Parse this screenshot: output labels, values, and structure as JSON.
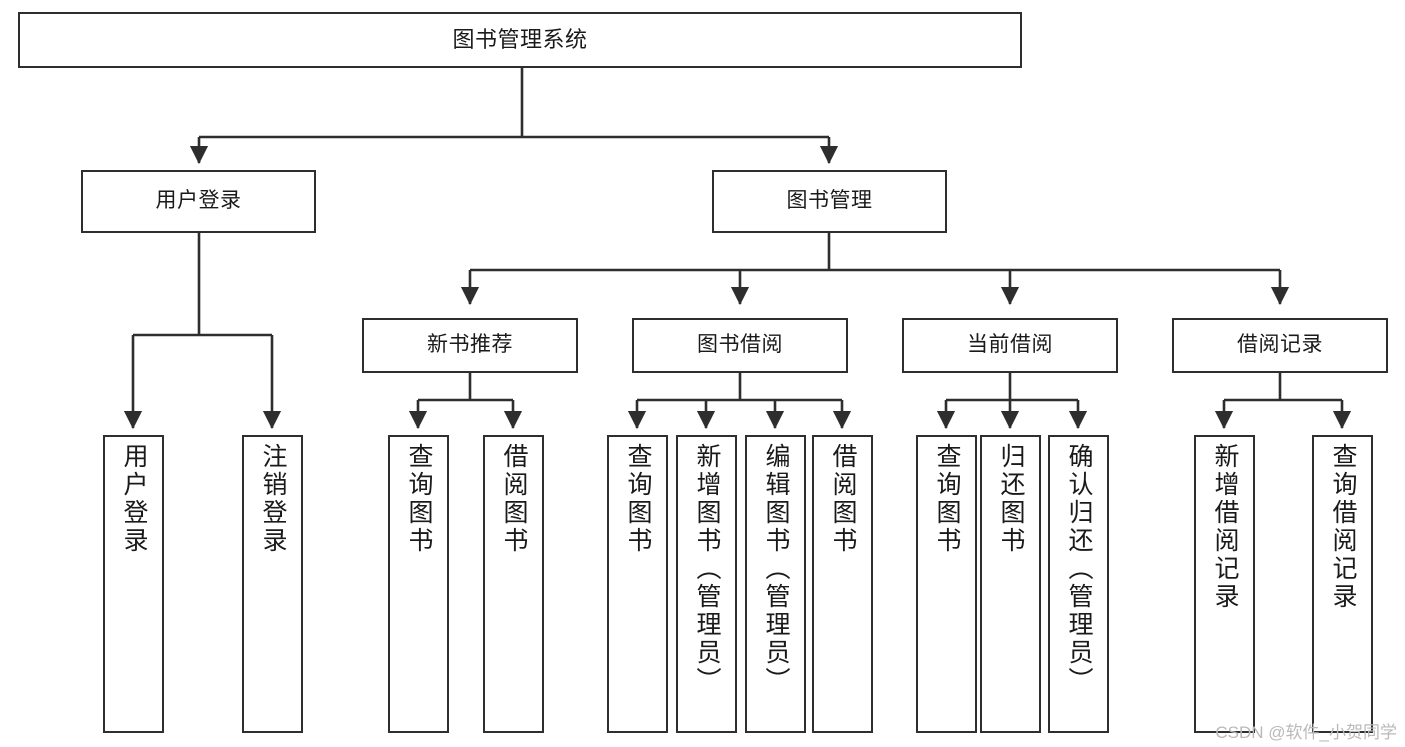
{
  "diagram": {
    "type": "tree",
    "title": "图书管理系统",
    "watermark": "CSDN @软件_小贺同学",
    "colors": {
      "box_border": "#2e2e2e",
      "box_fill": "#ffffff",
      "edge": "#2e2e2e",
      "text": "#1a1a1a",
      "watermark": "#b9b9b9",
      "background": "#ffffff"
    },
    "nodes": {
      "root": {
        "label": "图书管理系统"
      },
      "level1": [
        {
          "id": "user-login",
          "label": "用户登录"
        },
        {
          "id": "book-management",
          "label": "图书管理"
        }
      ],
      "level2": [
        {
          "id": "new-book-recommend",
          "label": "新书推荐"
        },
        {
          "id": "book-borrow",
          "label": "图书借阅"
        },
        {
          "id": "current-borrow",
          "label": "当前借阅"
        },
        {
          "id": "borrow-record",
          "label": "借阅记录"
        }
      ],
      "leaves": {
        "user-login": [
          {
            "id": "leaf-user-login",
            "label": "用户登录"
          },
          {
            "id": "leaf-user-logout",
            "label": "注销登录"
          }
        ],
        "new-book-recommend": [
          {
            "id": "leaf-query-book-1",
            "label": "查询图书"
          },
          {
            "id": "leaf-borrow-book-1",
            "label": "借阅图书"
          }
        ],
        "book-borrow": [
          {
            "id": "leaf-query-book-2",
            "label": "查询图书"
          },
          {
            "id": "leaf-add-book",
            "label": "新增图书（管理员）"
          },
          {
            "id": "leaf-edit-book",
            "label": "编辑图书（管理员）"
          },
          {
            "id": "leaf-borrow-book-2",
            "label": "借阅图书"
          }
        ],
        "current-borrow": [
          {
            "id": "leaf-query-book-3",
            "label": "查询图书"
          },
          {
            "id": "leaf-return-book",
            "label": "归还图书"
          },
          {
            "id": "leaf-confirm-return",
            "label": "确认归还（管理员）"
          }
        ],
        "borrow-record": [
          {
            "id": "leaf-add-record",
            "label": "新增借阅记录"
          },
          {
            "id": "leaf-query-record",
            "label": "查询借阅记录"
          }
        ]
      }
    }
  }
}
